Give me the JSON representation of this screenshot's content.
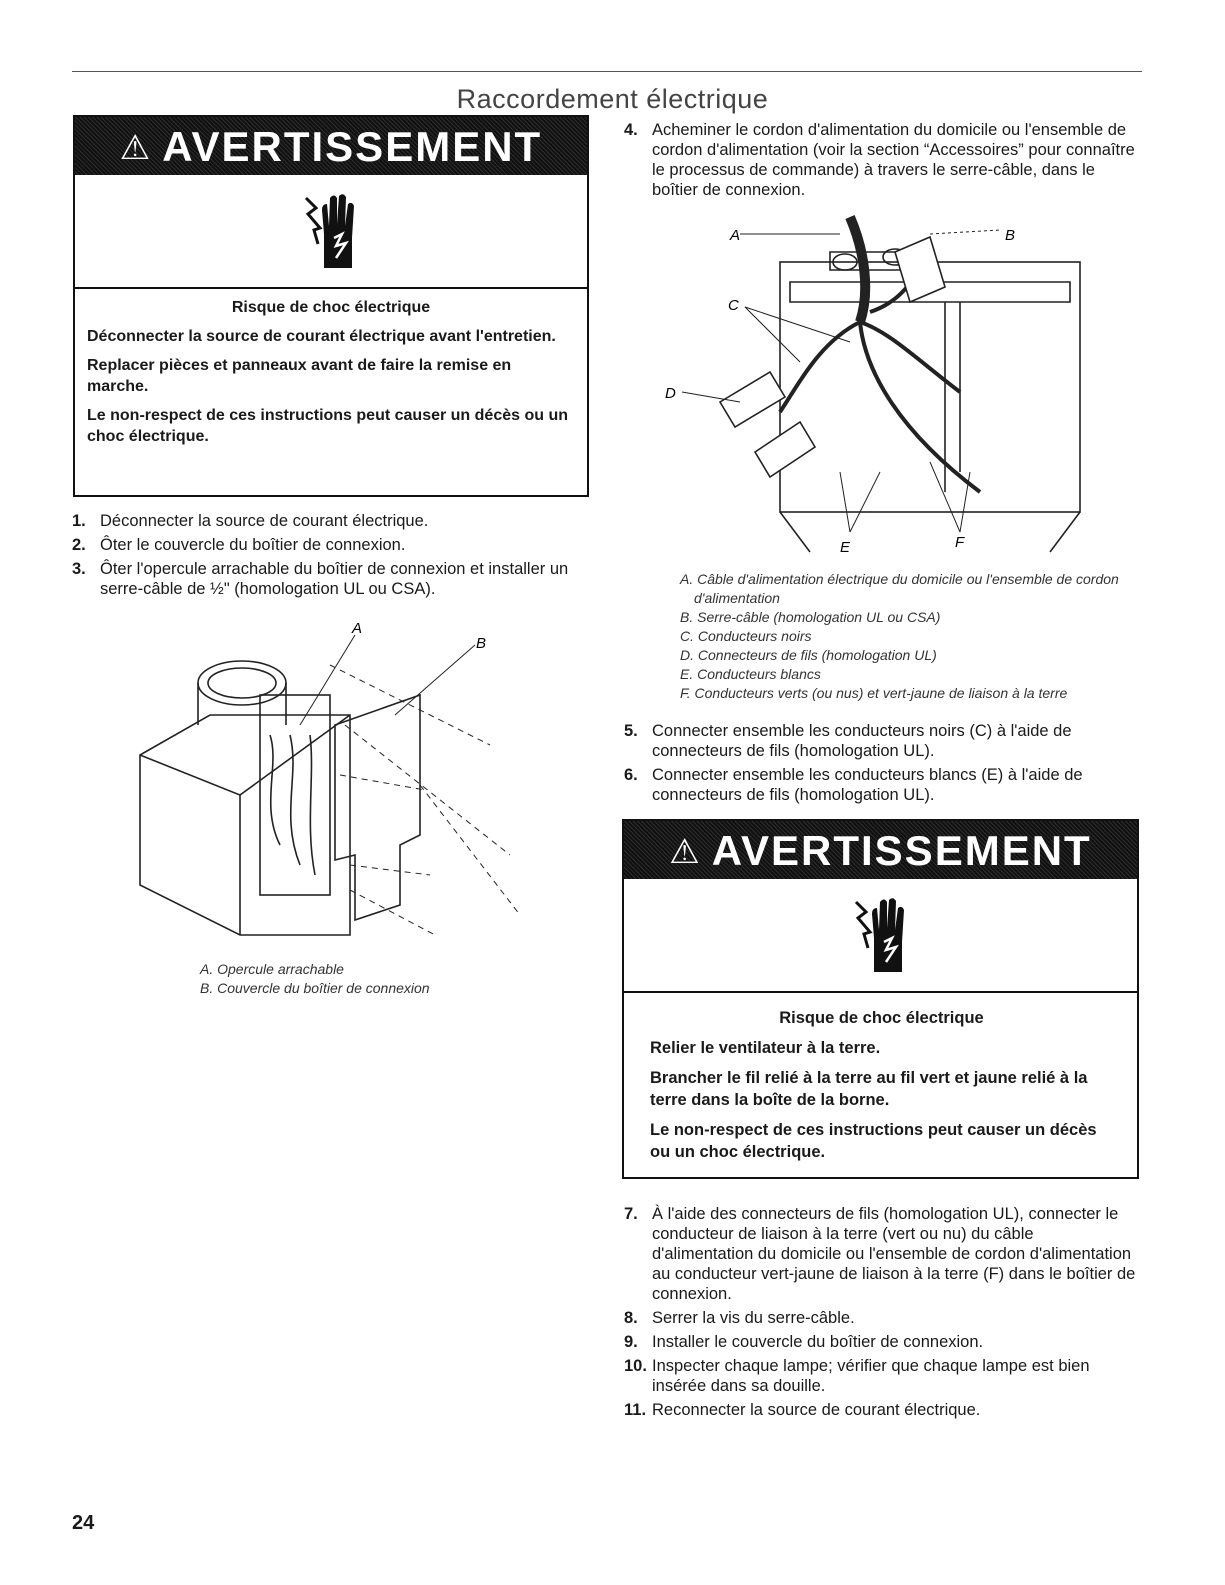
{
  "section_title": "Raccordement électrique",
  "warning1": {
    "header": "AVERTISSEMENT",
    "risk": "Risque de choc électrique",
    "lines": [
      "Déconnecter la source de courant électrique avant l'entretien.",
      "Replacer pièces et panneaux avant de faire la remise en marche.",
      "Le non-respect de ces instructions peut causer un décès ou un choc électrique."
    ]
  },
  "steps_left": [
    {
      "num": "1.",
      "text": "Déconnecter la source de courant électrique."
    },
    {
      "num": "2.",
      "text": "Ôter le couvercle du boîtier de connexion."
    },
    {
      "num": "3.",
      "text": "Ôter l'opercule arrachable du boîtier de connexion et installer un serre-câble de ½\" (homologation UL ou CSA)."
    }
  ],
  "figure1": {
    "labels": [
      "A",
      "B"
    ],
    "captions": [
      "A. Opercule arrachable",
      "B. Couvercle du boîtier de connexion"
    ]
  },
  "step4": {
    "num": "4.",
    "text": "Acheminer le cordon d'alimentation du domicile ou l'ensemble de cordon d'alimentation (voir la section “Accessoires” pour connaître le processus de commande) à travers le serre-câble, dans le boîtier de connexion."
  },
  "figure2": {
    "labels": [
      "A",
      "B",
      "C",
      "D",
      "E",
      "F"
    ],
    "captions": [
      "A. Câble d'alimentation électrique du domicile ou l'ensemble de cordon d'alimentation",
      "B. Serre-câble (homologation UL ou CSA)",
      "C. Conducteurs noirs",
      "D. Connecteurs de fils (homologation UL)",
      "E. Conducteurs blancs",
      "F. Conducteurs verts (ou nus) et vert-jaune de liaison à la terre"
    ]
  },
  "steps_right_a": [
    {
      "num": "5.",
      "text": "Connecter ensemble les conducteurs noirs (C) à l'aide de connecteurs de fils (homologation UL)."
    },
    {
      "num": "6.",
      "text": "Connecter ensemble les conducteurs blancs (E) à l'aide de connecteurs de fils (homologation UL)."
    }
  ],
  "warning2": {
    "header": "AVERTISSEMENT",
    "risk": "Risque de choc électrique",
    "lines": [
      "Relier le ventilateur à la terre.",
      "Brancher le fil relié à la terre au fil vert et jaune relié à la terre dans la boîte de la borne.",
      "Le non-respect de ces instructions peut causer un décès ou un choc électrique."
    ]
  },
  "steps_right_b": [
    {
      "num": "7.",
      "text": "À l'aide des connecteurs de fils (homologation UL), connecter le conducteur de liaison à la terre (vert ou nu) du câble d'alimentation du domicile ou l'ensemble de cordon d'alimentation au conducteur vert-jaune de liaison à la terre (F) dans le boîtier de connexion."
    },
    {
      "num": "8.",
      "text": "Serrer la vis du serre-câble."
    },
    {
      "num": "9.",
      "text": "Installer le couvercle du boîtier de connexion."
    },
    {
      "num": "10.",
      "text": "Inspecter chaque lampe; vérifier que chaque lampe est bien insérée dans sa douille."
    },
    {
      "num": "11.",
      "text": "Reconnecter la source de courant électrique."
    }
  ],
  "page_number": "24"
}
